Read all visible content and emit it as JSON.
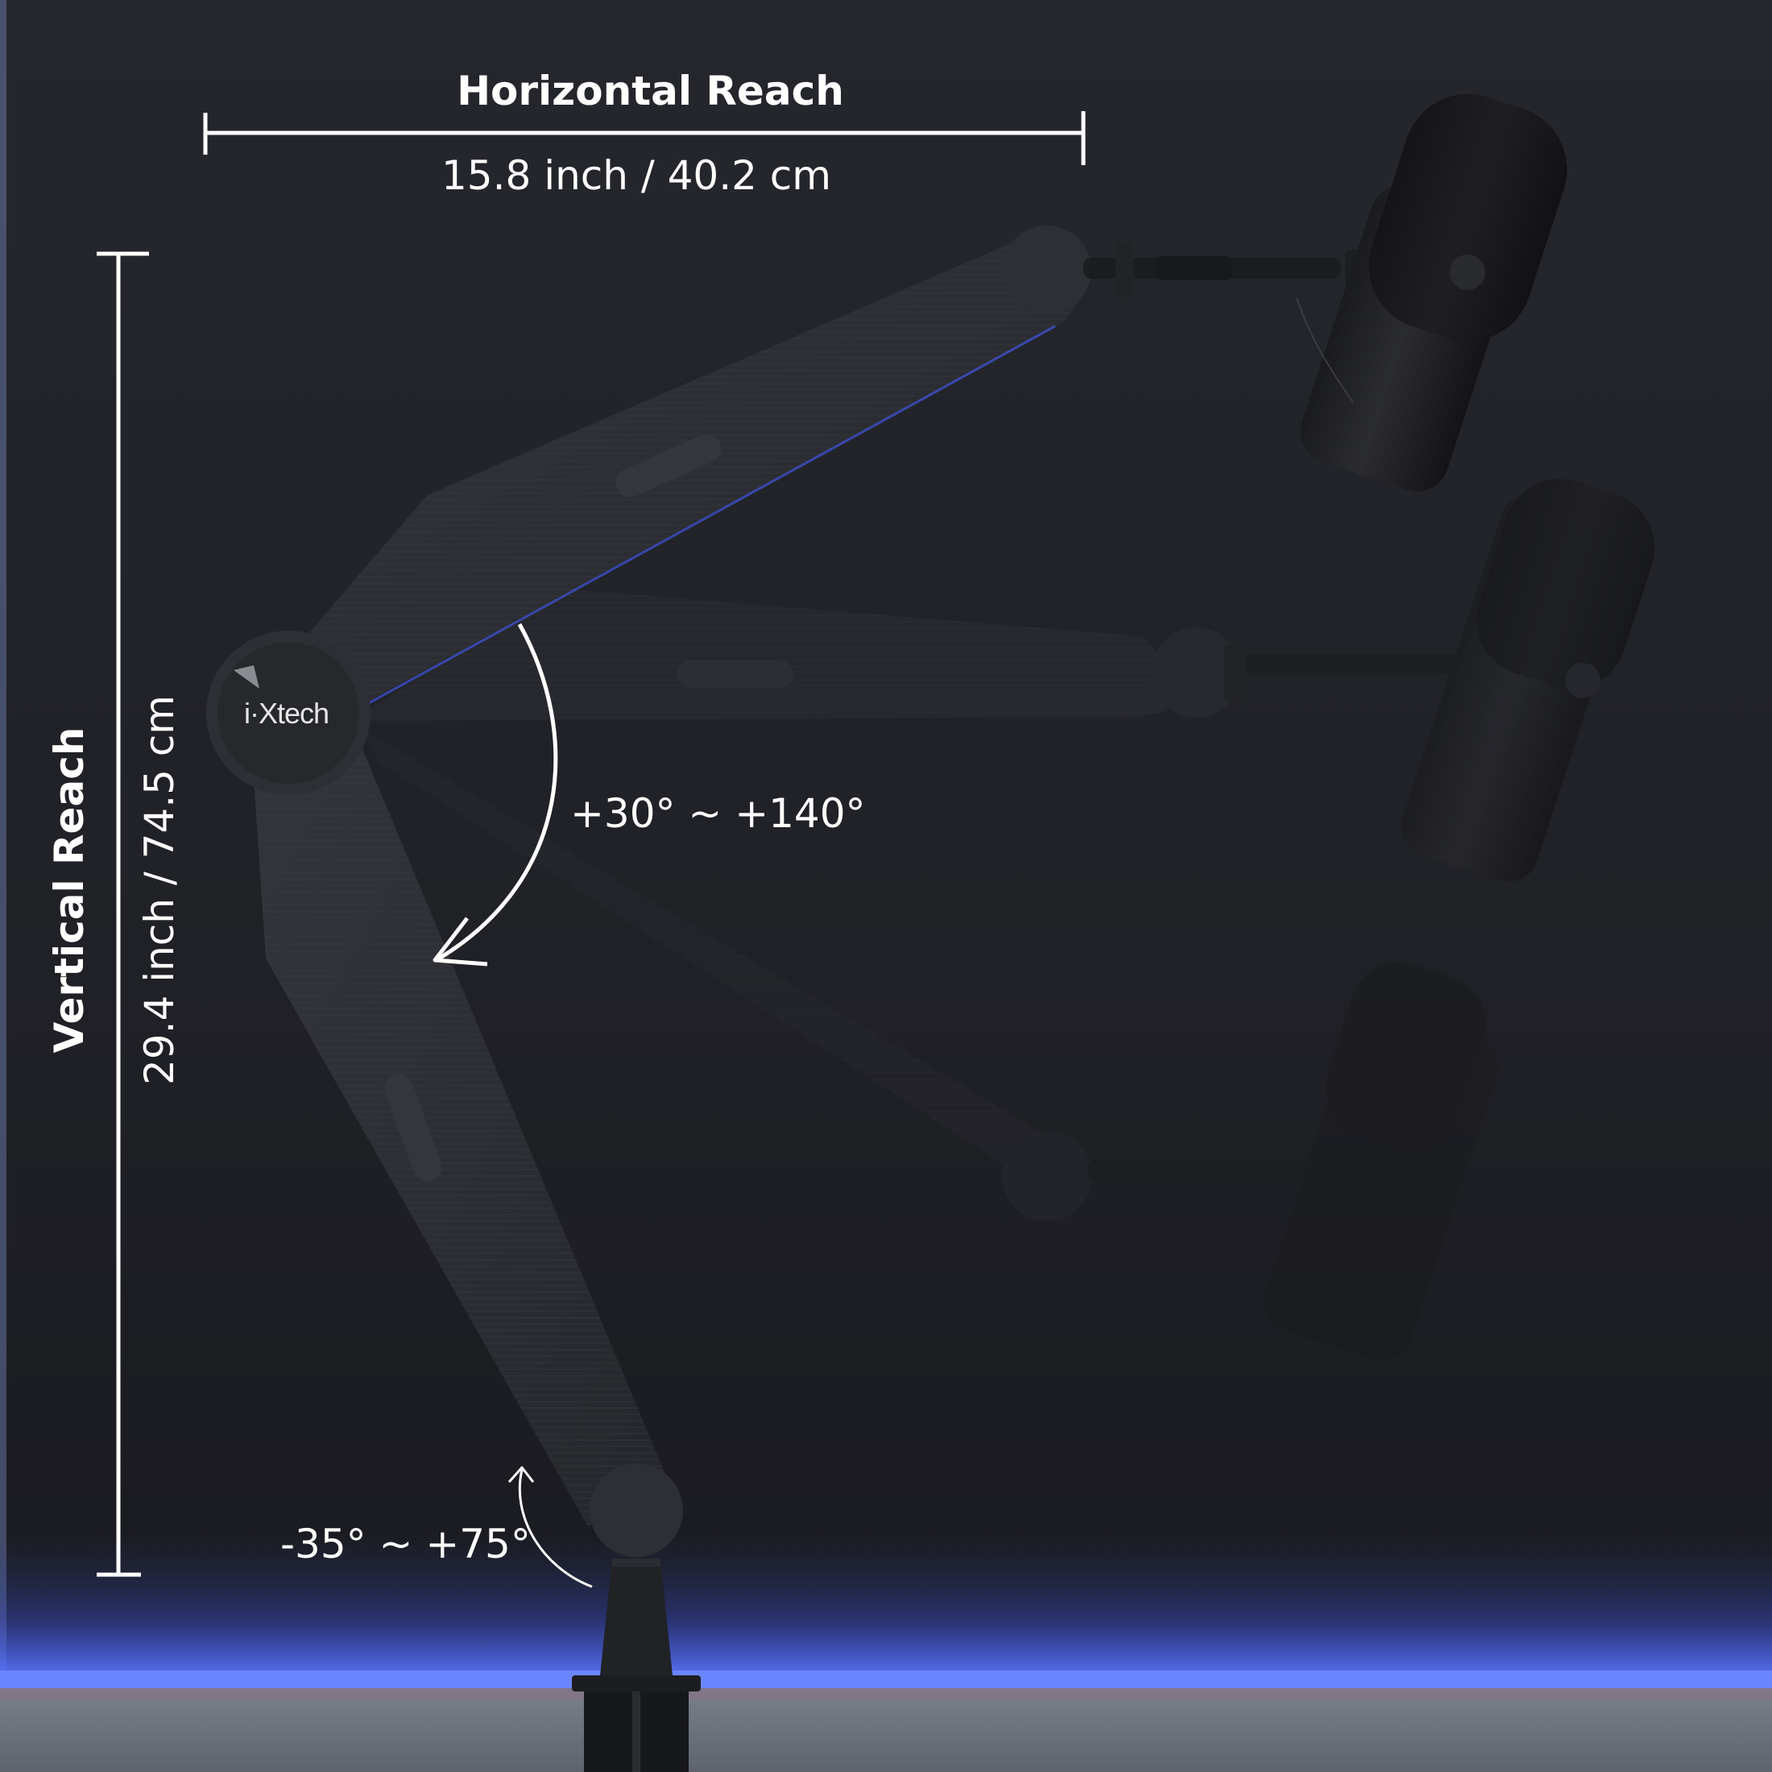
{
  "dimensions": {
    "horizontal_title": "Horizontal Reach",
    "horizontal_value": "15.8 inch / 40.2 cm",
    "vertical_title": "Vertical Reach",
    "vertical_value": "29.4 inch / 74.5 cm"
  },
  "angles": {
    "upper_arm_range": "+30° ~ +140°",
    "base_range": "-35° ~ +75°"
  },
  "brand": {
    "logo_text": "i·Xtech"
  },
  "colors": {
    "background": "#1d1e23",
    "arm": "#2a2c31",
    "accent_glow": "#4b64ff",
    "annotation": "#ffffff",
    "desk": "#6f747c"
  },
  "icons": {
    "upper_arrow": "curved-arrow-down-icon",
    "lower_arrow": "curved-arrow-up-icon"
  }
}
